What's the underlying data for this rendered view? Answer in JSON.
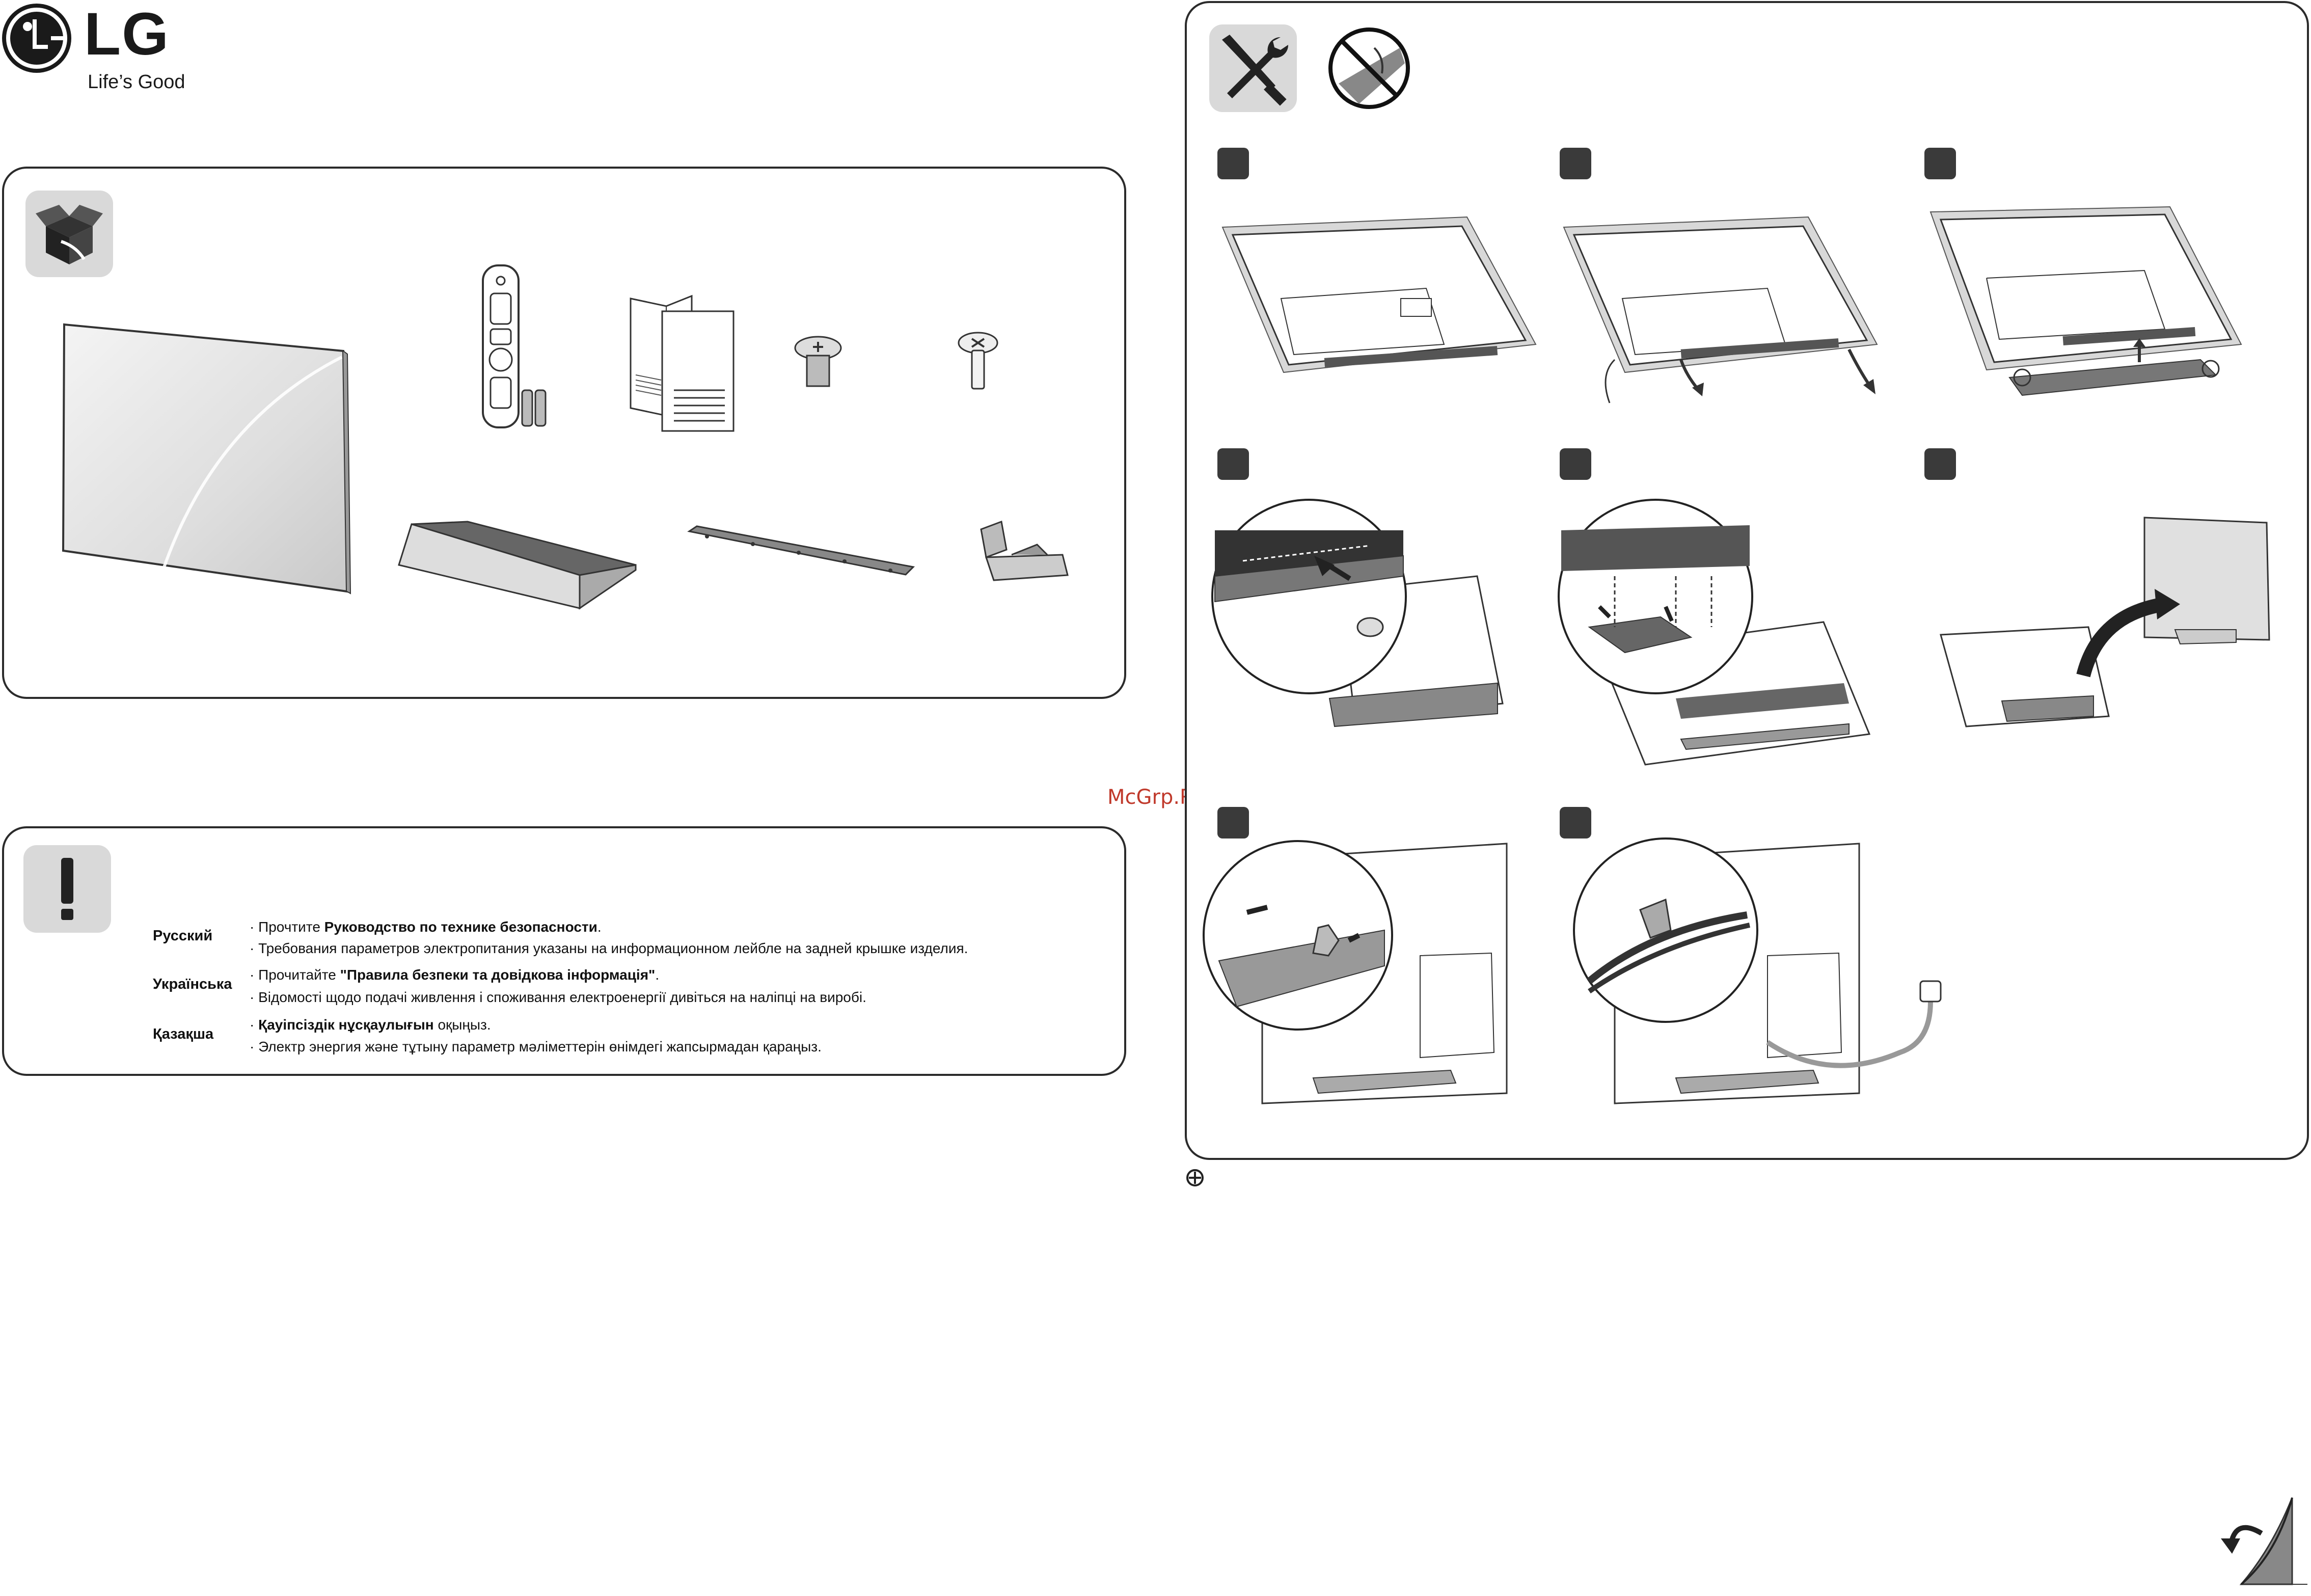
{
  "brand": {
    "logo_text": "LG",
    "slogan": "Life’s Good"
  },
  "watermark": "McGrp.Ru",
  "safety": {
    "entries": [
      {
        "language": "Русский",
        "line1_prefix": "· Прочтите ",
        "line1_bold": "Руководство по технике безопасности",
        "line1_suffix": ".",
        "line2": "· Требования параметров электропитания указаны на информационном лейбле на задней крышке изделия."
      },
      {
        "language": "Українська",
        "line1_prefix": "· Прочитайте ",
        "line1_bold": "\"Правила безпеки та довідкова інформація\"",
        "line1_suffix": ".",
        "line2": "· Відомості щодо подачі живлення і споживання електроенергії дивіться на наліпці на виробі."
      },
      {
        "language": "Қазақша",
        "line1_prefix": "· ",
        "line1_bold": "Қауіпсіздік нұсқаулығын",
        "line1_suffix": " оқыңыз.",
        "line2": "· Электр энергия және тұтыну параметр мәліметтерін өнімдегі жапсырмадан қараңыз."
      }
    ]
  },
  "colors": {
    "panel_border": "#2b2b2b",
    "icon_bg": "#d9d9d9",
    "step_badge": "#3a3a3a",
    "watermark": "#c0392b"
  },
  "icons": {
    "box": "open-box-icon",
    "warning": "exclamation-icon",
    "tools": "screwdriver-wrench-icon",
    "no_scratch": "no-scratch-icon",
    "page_turn": "page-turn-icon",
    "crosshair": "registration-mark-icon"
  }
}
